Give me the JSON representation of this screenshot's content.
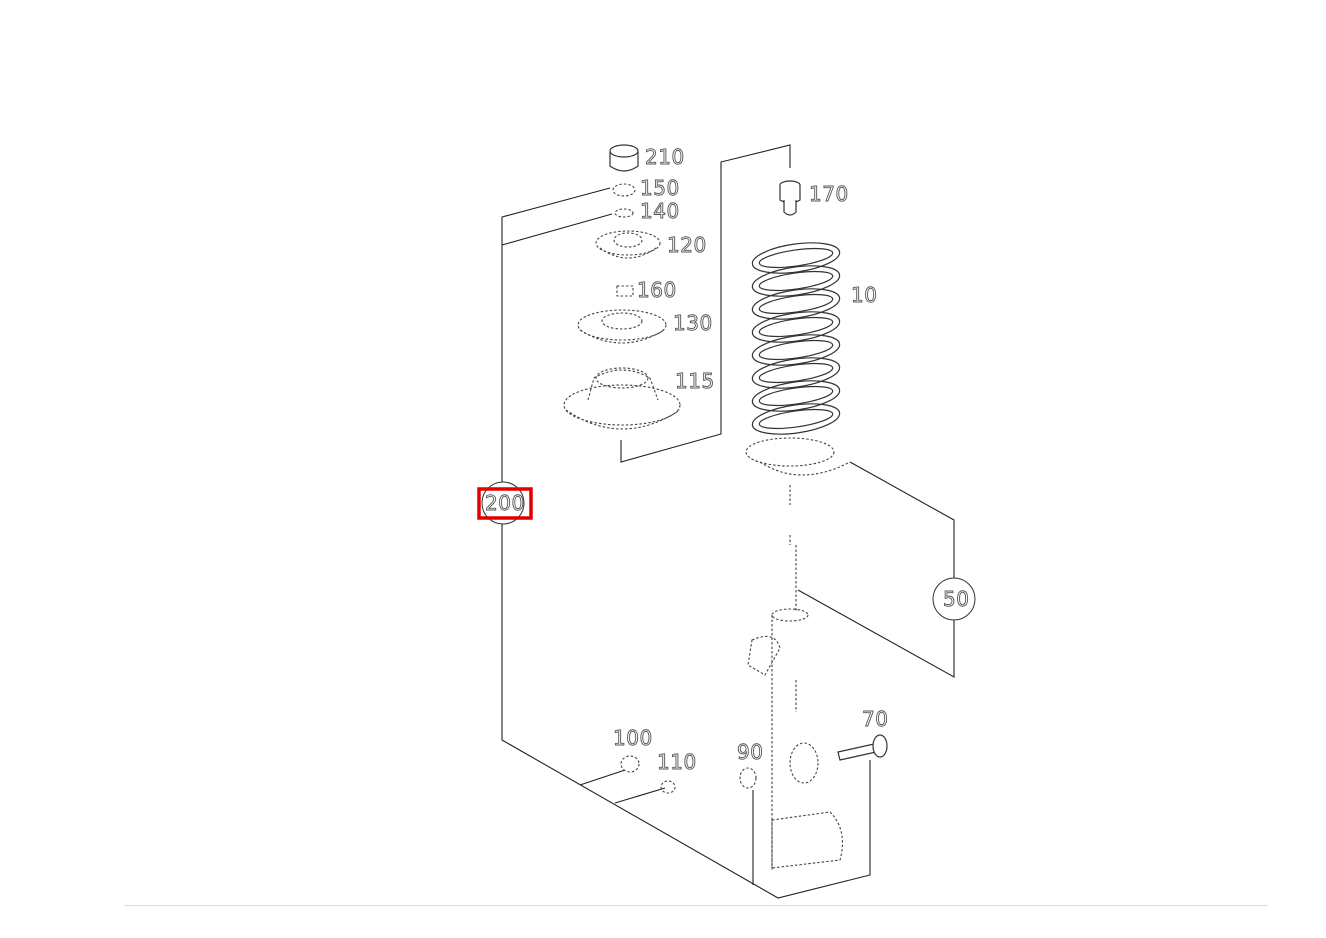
{
  "diagram": {
    "highlight_color": "#e00000",
    "callouts": {
      "p210": "210",
      "p150": "150",
      "p140": "140",
      "p120": "120",
      "p160": "160",
      "p130": "130",
      "p115": "115",
      "p170": "170",
      "p10": "10",
      "p200": "200",
      "p50": "50",
      "p70": "70",
      "p100": "100",
      "p110": "110",
      "p90": "90"
    }
  }
}
